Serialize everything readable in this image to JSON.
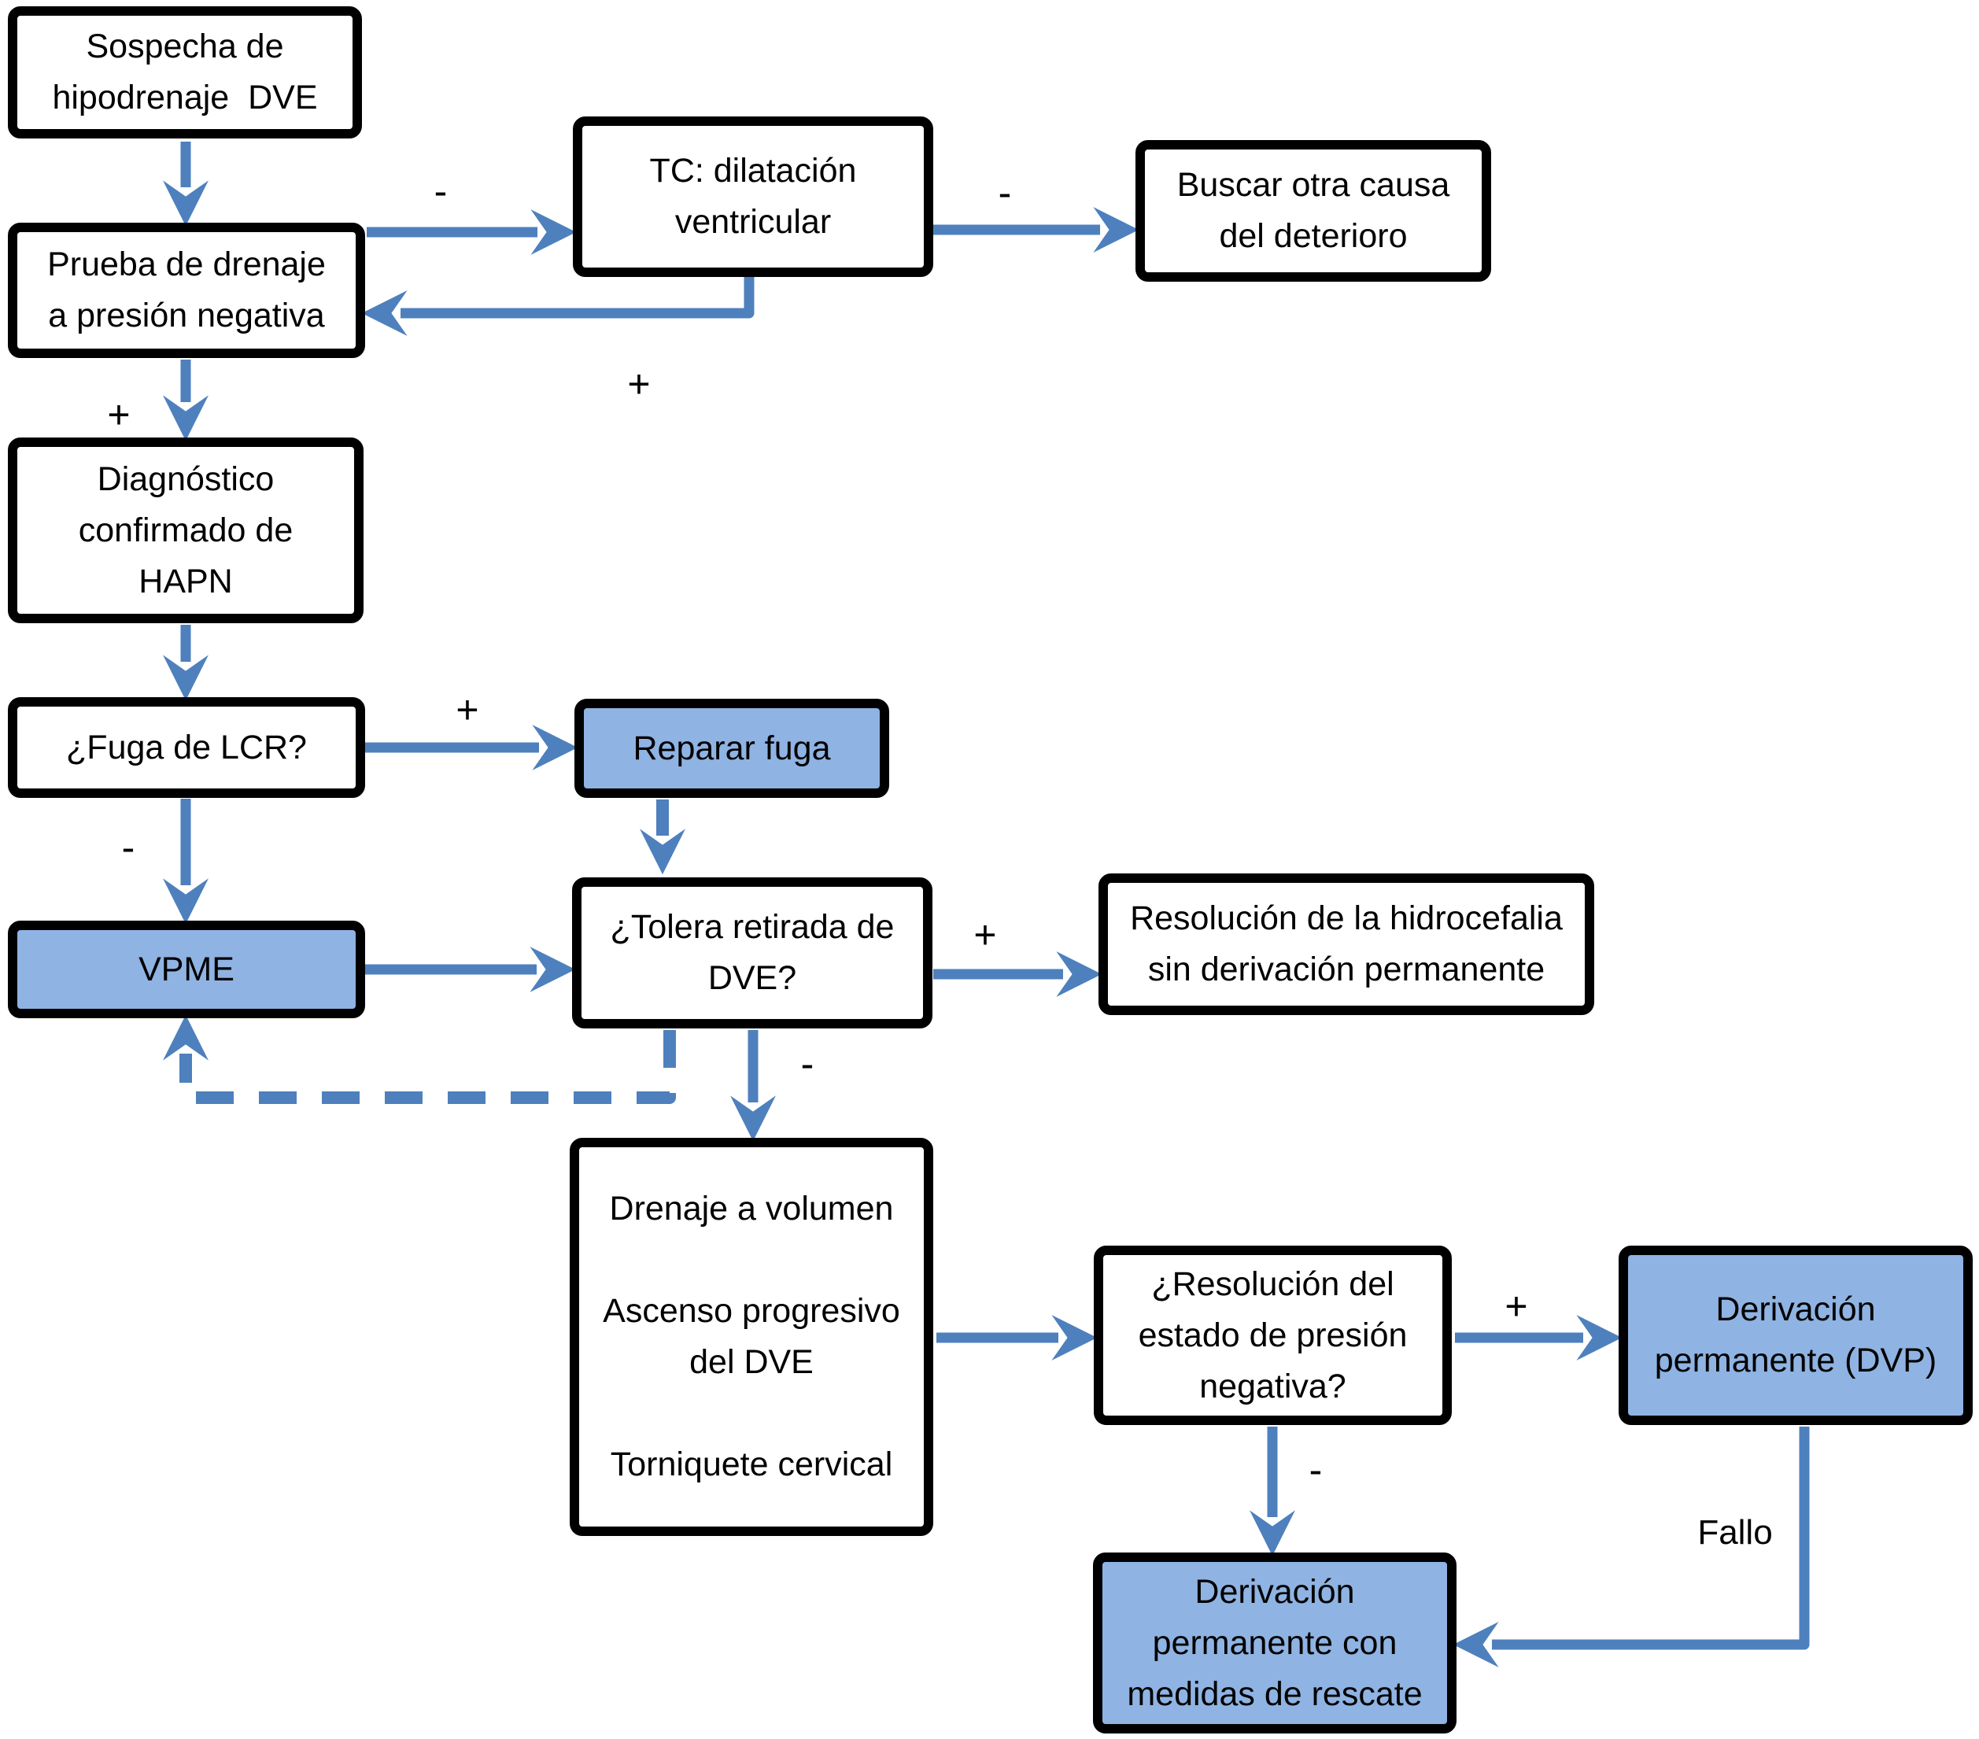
{
  "colors": {
    "arrow_blue": "#4e80bd",
    "node_fill_blue": "#8fb3e2",
    "node_fill_white": "#ffffff",
    "node_border": "#000000"
  },
  "nodes": {
    "sospecha": {
      "label": "Sospecha de\nhipodrenaje  DVE",
      "fill": "white"
    },
    "prueba": {
      "label": "Prueba de drenaje\na presión negativa",
      "fill": "white"
    },
    "tc": {
      "label": "TC: dilatación\nventricular",
      "fill": "white"
    },
    "buscar": {
      "label": "Buscar otra causa\ndel deterioro",
      "fill": "white"
    },
    "diagnostico": {
      "label": "Diagnóstico\nconfirmado de\nHAPN",
      "fill": "white"
    },
    "fuga": {
      "label": "¿Fuga de LCR?",
      "fill": "white"
    },
    "reparar": {
      "label": "Reparar fuga",
      "fill": "blue"
    },
    "vpme": {
      "label": "VPME",
      "fill": "blue"
    },
    "tolera": {
      "label": "¿Tolera retirada de\nDVE?",
      "fill": "white"
    },
    "resolucion_hidro": {
      "label": "Resolución de la hidrocefalia\nsin derivación permanente",
      "fill": "white"
    },
    "drenaje": {
      "label": "Drenaje a volumen\n\nAscenso progresivo\ndel DVE\n\nTorniquete cervical",
      "fill": "white"
    },
    "resolucion_presion": {
      "label": "¿Resolución del\nestado de presión\nnegativa?",
      "fill": "white"
    },
    "dvp": {
      "label": "Derivación\npermanente (DVP)",
      "fill": "blue"
    },
    "rescate": {
      "label": "Derivación\npermanente con\nmedidas de rescate",
      "fill": "blue"
    }
  },
  "edge_labels": {
    "prueba_to_tc": "-",
    "tc_to_buscar": "-",
    "tc_to_prueba_return": "+",
    "prueba_to_diagnostico": "+",
    "fuga_to_reparar": "+",
    "fuga_to_vpme": "-",
    "tolera_to_resolucion_hidro": "+",
    "tolera_to_drenaje": "-",
    "presion_to_dvp": "+",
    "presion_to_rescate": "-",
    "dvp_to_rescate": "Fallo"
  }
}
